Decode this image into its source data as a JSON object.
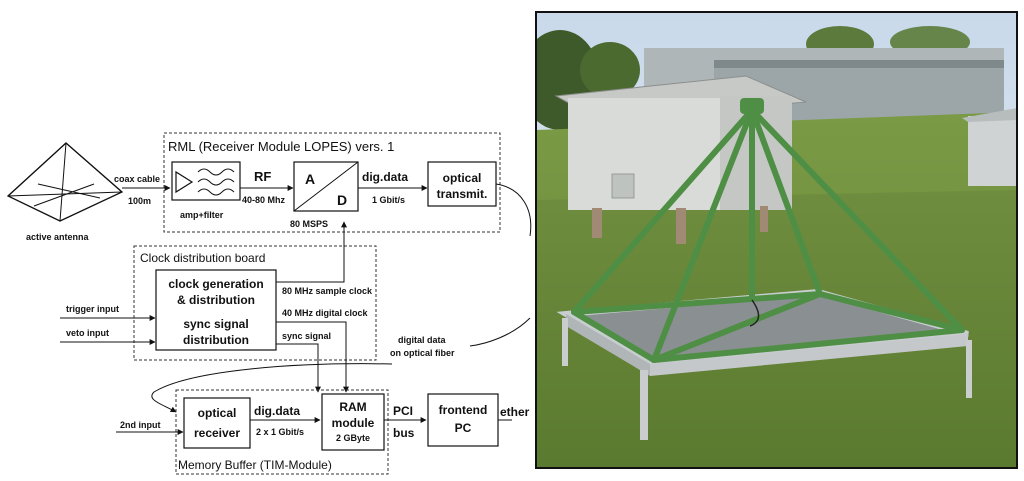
{
  "antenna": {
    "label": "active antenna",
    "cable_label": "coax cable",
    "cable_length": "100m"
  },
  "rml": {
    "title": "RML (Receiver Module LOPES) vers. 1",
    "amp_filter_label": "amp+filter",
    "rf_label": "RF",
    "rf_band": "40-80 Mhz",
    "adc_a": "A",
    "adc_d": "D",
    "adc_rate": "80 MSPS",
    "dig_data_label": "dig.data",
    "dig_data_rate": "1 Gbit/s",
    "optical_transmit_line1": "optical",
    "optical_transmit_line2": "transmit."
  },
  "clock_board": {
    "title": "Clock distribution board",
    "gen_line1": "clock generation",
    "gen_line2": "& distribution",
    "sync_line1": "sync signal",
    "sync_line2": "distribution",
    "trigger_input": "trigger input",
    "veto_input": "veto input",
    "sample_clock": "80 MHz sample clock",
    "digital_clock": "40 MHz digital clock",
    "sync_signal": "sync signal",
    "optical_fiber_line1": "digital data",
    "optical_fiber_line2": "on optical fiber"
  },
  "memory_buffer": {
    "title": "Memory Buffer (TIM-Module)",
    "second_input": "2nd input",
    "optical_receiver_line1": "optical",
    "optical_receiver_line2": "receiver",
    "dig_data_label": "dig.data",
    "dig_data_rate": "2 x 1 Gbit/s",
    "ram_line1": "RAM",
    "ram_line2": "module",
    "ram_size": "2 GByte",
    "pci_line1": "PCI",
    "pci_line2": "bus",
    "frontend_line1": "frontend",
    "frontend_line2": "PC",
    "ether_label": "ether"
  }
}
